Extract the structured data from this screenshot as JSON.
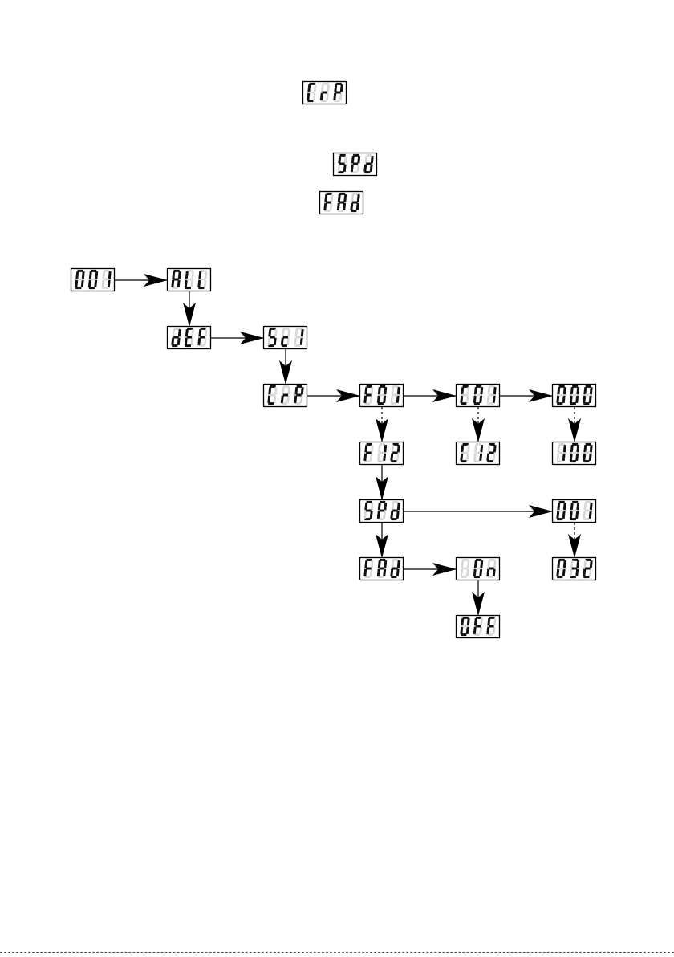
{
  "legend": [
    {
      "id": "leg-crp",
      "label": "CrP"
    },
    {
      "id": "leg-spd",
      "label": "SPd"
    },
    {
      "id": "leg-fad",
      "label": "FAd"
    }
  ],
  "nodes": [
    {
      "id": "n001a",
      "label": "001"
    },
    {
      "id": "nall",
      "label": "ALL"
    },
    {
      "id": "ndef",
      "label": "dEF"
    },
    {
      "id": "nsc1",
      "label": "Sc1"
    },
    {
      "id": "ncrp",
      "label": "CrP"
    },
    {
      "id": "nf01",
      "label": "F01"
    },
    {
      "id": "nc01",
      "label": "C01"
    },
    {
      "id": "n000",
      "label": "000"
    },
    {
      "id": "nf12",
      "label": "F12"
    },
    {
      "id": "nc12",
      "label": "C12"
    },
    {
      "id": "n100",
      "label": "100"
    },
    {
      "id": "nspd",
      "label": "SPd"
    },
    {
      "id": "n001b",
      "label": "001"
    },
    {
      "id": "nfad",
      "label": "FAd"
    },
    {
      "id": "non",
      "label": "On"
    },
    {
      "id": "n032",
      "label": "032"
    },
    {
      "id": "noff",
      "label": "OFF"
    }
  ],
  "edges": [
    {
      "from": "n001a",
      "to": "nall",
      "style": "solid"
    },
    {
      "from": "nall",
      "to": "ndef",
      "style": "solid"
    },
    {
      "from": "ndef",
      "to": "nsc1",
      "style": "solid"
    },
    {
      "from": "nsc1",
      "to": "ncrp",
      "style": "solid"
    },
    {
      "from": "ncrp",
      "to": "nf01",
      "style": "solid"
    },
    {
      "from": "nf01",
      "to": "nc01",
      "style": "solid"
    },
    {
      "from": "nc01",
      "to": "n000",
      "style": "solid"
    },
    {
      "from": "nf01",
      "to": "nf12",
      "style": "dashed"
    },
    {
      "from": "nc01",
      "to": "nc12",
      "style": "dashed"
    },
    {
      "from": "n000",
      "to": "n100",
      "style": "dashed"
    },
    {
      "from": "nf12",
      "to": "nspd",
      "style": "solid"
    },
    {
      "from": "nspd",
      "to": "n001b",
      "style": "solid"
    },
    {
      "from": "n001b",
      "to": "n032",
      "style": "dashed"
    },
    {
      "from": "nspd",
      "to": "nfad",
      "style": "solid"
    },
    {
      "from": "nfad",
      "to": "non",
      "style": "solid"
    },
    {
      "from": "non",
      "to": "noff",
      "style": "solid"
    }
  ],
  "colors": {
    "segment_on": "#111111",
    "segment_off": "#d6d6d6",
    "line": "#000000"
  }
}
